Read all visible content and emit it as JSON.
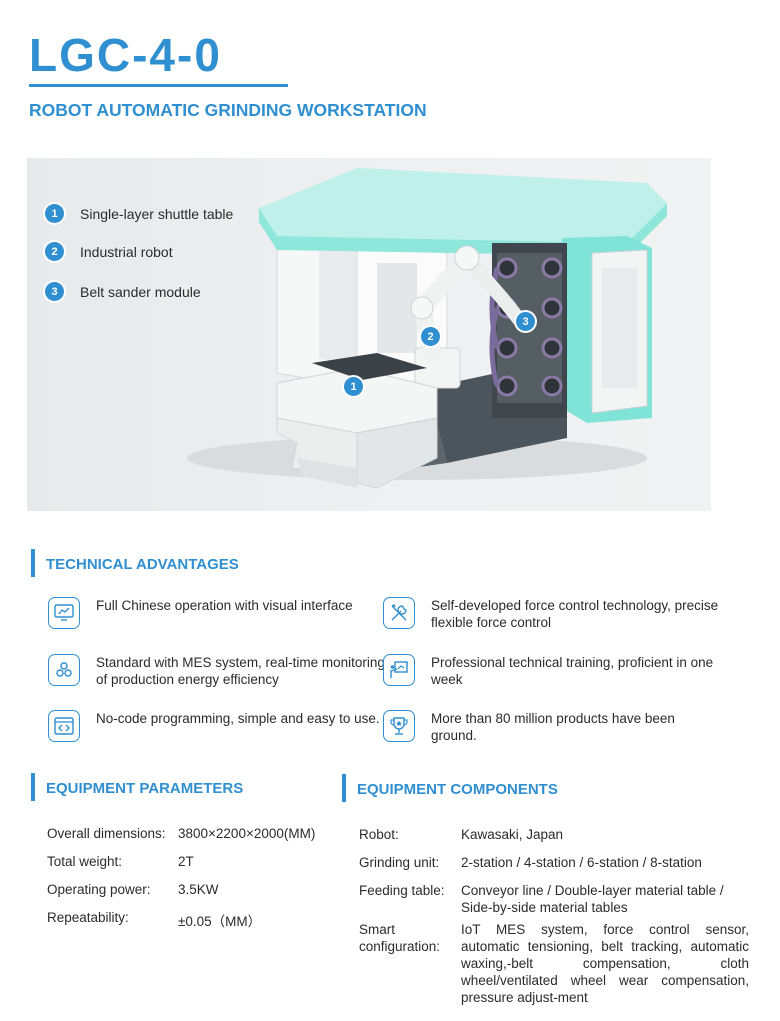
{
  "header": {
    "model": "LGC-4-0",
    "subtitle": "ROBOT AUTOMATIC GRINDING WORKSTATION"
  },
  "hero": {
    "legend": [
      {
        "num": "1",
        "label": "Single-layer shuttle table"
      },
      {
        "num": "2",
        "label": "Industrial robot"
      },
      {
        "num": "3",
        "label": "Belt sander module"
      }
    ],
    "accent_color": "#7fe3d8"
  },
  "advantages": {
    "title": "TECHNICAL ADVANTAGES",
    "items": [
      {
        "icon": "monitor-icon",
        "text": "Full Chinese operation with visual interface"
      },
      {
        "icon": "tools-icon",
        "text": "Self-developed force control technology, precise flexible force control"
      },
      {
        "icon": "network-icon",
        "text": "Standard with MES system, real-time monitoring of production energy efficiency"
      },
      {
        "icon": "training-icon",
        "text": "Professional technical training, proficient in one week"
      },
      {
        "icon": "code-icon",
        "text": "No-code programming, simple and easy to use."
      },
      {
        "icon": "trophy-icon",
        "text": "More than 80 million products have been ground."
      }
    ]
  },
  "parameters": {
    "title": "EQUIPMENT PARAMETERS",
    "rows": [
      {
        "label": "Overall dimensions:",
        "value": "3800×2200×2000(MM)"
      },
      {
        "label": "Total weight:",
        "value": "2T"
      },
      {
        "label": "Operating power:",
        "value": "3.5KW"
      },
      {
        "label": "Repeatability:",
        "value": "±0.05（MM）"
      }
    ]
  },
  "components": {
    "title": "EQUIPMENT COMPONENTS",
    "rows": [
      {
        "label": "Robot:",
        "value": "Kawasaki, Japan"
      },
      {
        "label": "Grinding unit:",
        "value": "2-station / 4-station / 6-station / 8-station"
      },
      {
        "label": "Feeding table:",
        "value": "Conveyor line / Double-layer material table / Side-by-side material tables"
      },
      {
        "label": "Smart configuration:",
        "value": "IoT MES system, force control sensor, automatic tensioning, belt tracking, automatic waxing,-belt compensation, cloth wheel/ventilated wheel wear compensation, pressure adjust-ment"
      }
    ]
  },
  "colors": {
    "brand_blue": "#2f8fd0",
    "text": "#2b2b2b"
  }
}
